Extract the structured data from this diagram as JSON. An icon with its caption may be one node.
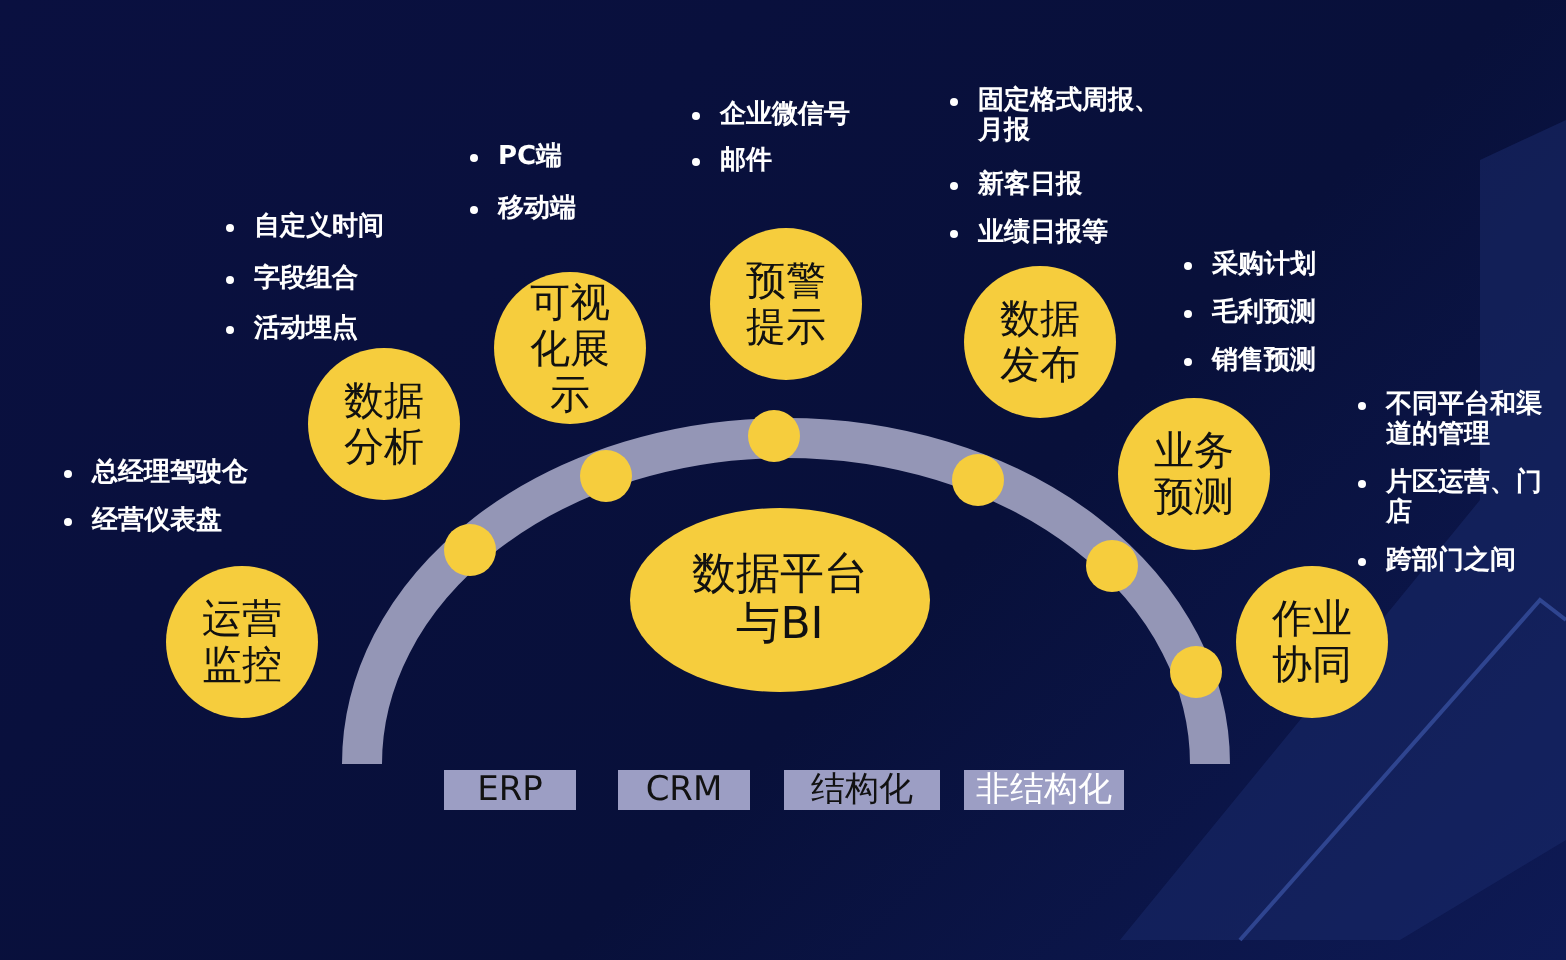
{
  "diagram": {
    "nodes": [
      {
        "text": [
          "运营监控"
        ],
        "beside": [
          "总经理驾驶仓",
          "经营仪表盘"
        ]
      },
      {
        "text": [
          "数据分析"
        ],
        "beside": [
          "自定义时间",
          "字段组合",
          "活动埋点"
        ]
      },
      {
        "text": [
          "可视化展示"
        ],
        "beside": [
          "PC端",
          "移动端"
        ]
      },
      {
        "text": [
          "预警提示"
        ],
        "beside": [
          "企业微信号",
          "邮件"
        ]
      },
      {
        "text": [
          "数据发布"
        ],
        "beside": [
          "固定格式周报、月报",
          "新客日报",
          "业绩日报等"
        ]
      },
      {
        "text": [
          "业务预测"
        ],
        "beside": [
          "采购计划",
          "毛利预测",
          "销售预测"
        ]
      },
      {
        "text": [
          "作业协同"
        ],
        "beside": [
          "不同平台和渠道的管理",
          "片区运营、门店",
          "跨部门之间"
        ]
      },
      {
        "text": [
          "数据平台与BI"
        ]
      },
      {
        "text": [],
        "shape": "circle"
      },
      {
        "text": [],
        "shape": "circle"
      },
      {
        "text": [],
        "shape": "circle"
      },
      {
        "text": [],
        "shape": "circle"
      },
      {
        "text": [],
        "shape": "circle"
      },
      {
        "text": [],
        "shape": "circle"
      },
      {
        "text": [
          "ERP"
        ]
      },
      {
        "text": [
          "CRM"
        ]
      },
      {
        "text": [
          "结构化"
        ]
      },
      {
        "text": [
          "非结构化"
        ]
      }
    ]
  }
}
